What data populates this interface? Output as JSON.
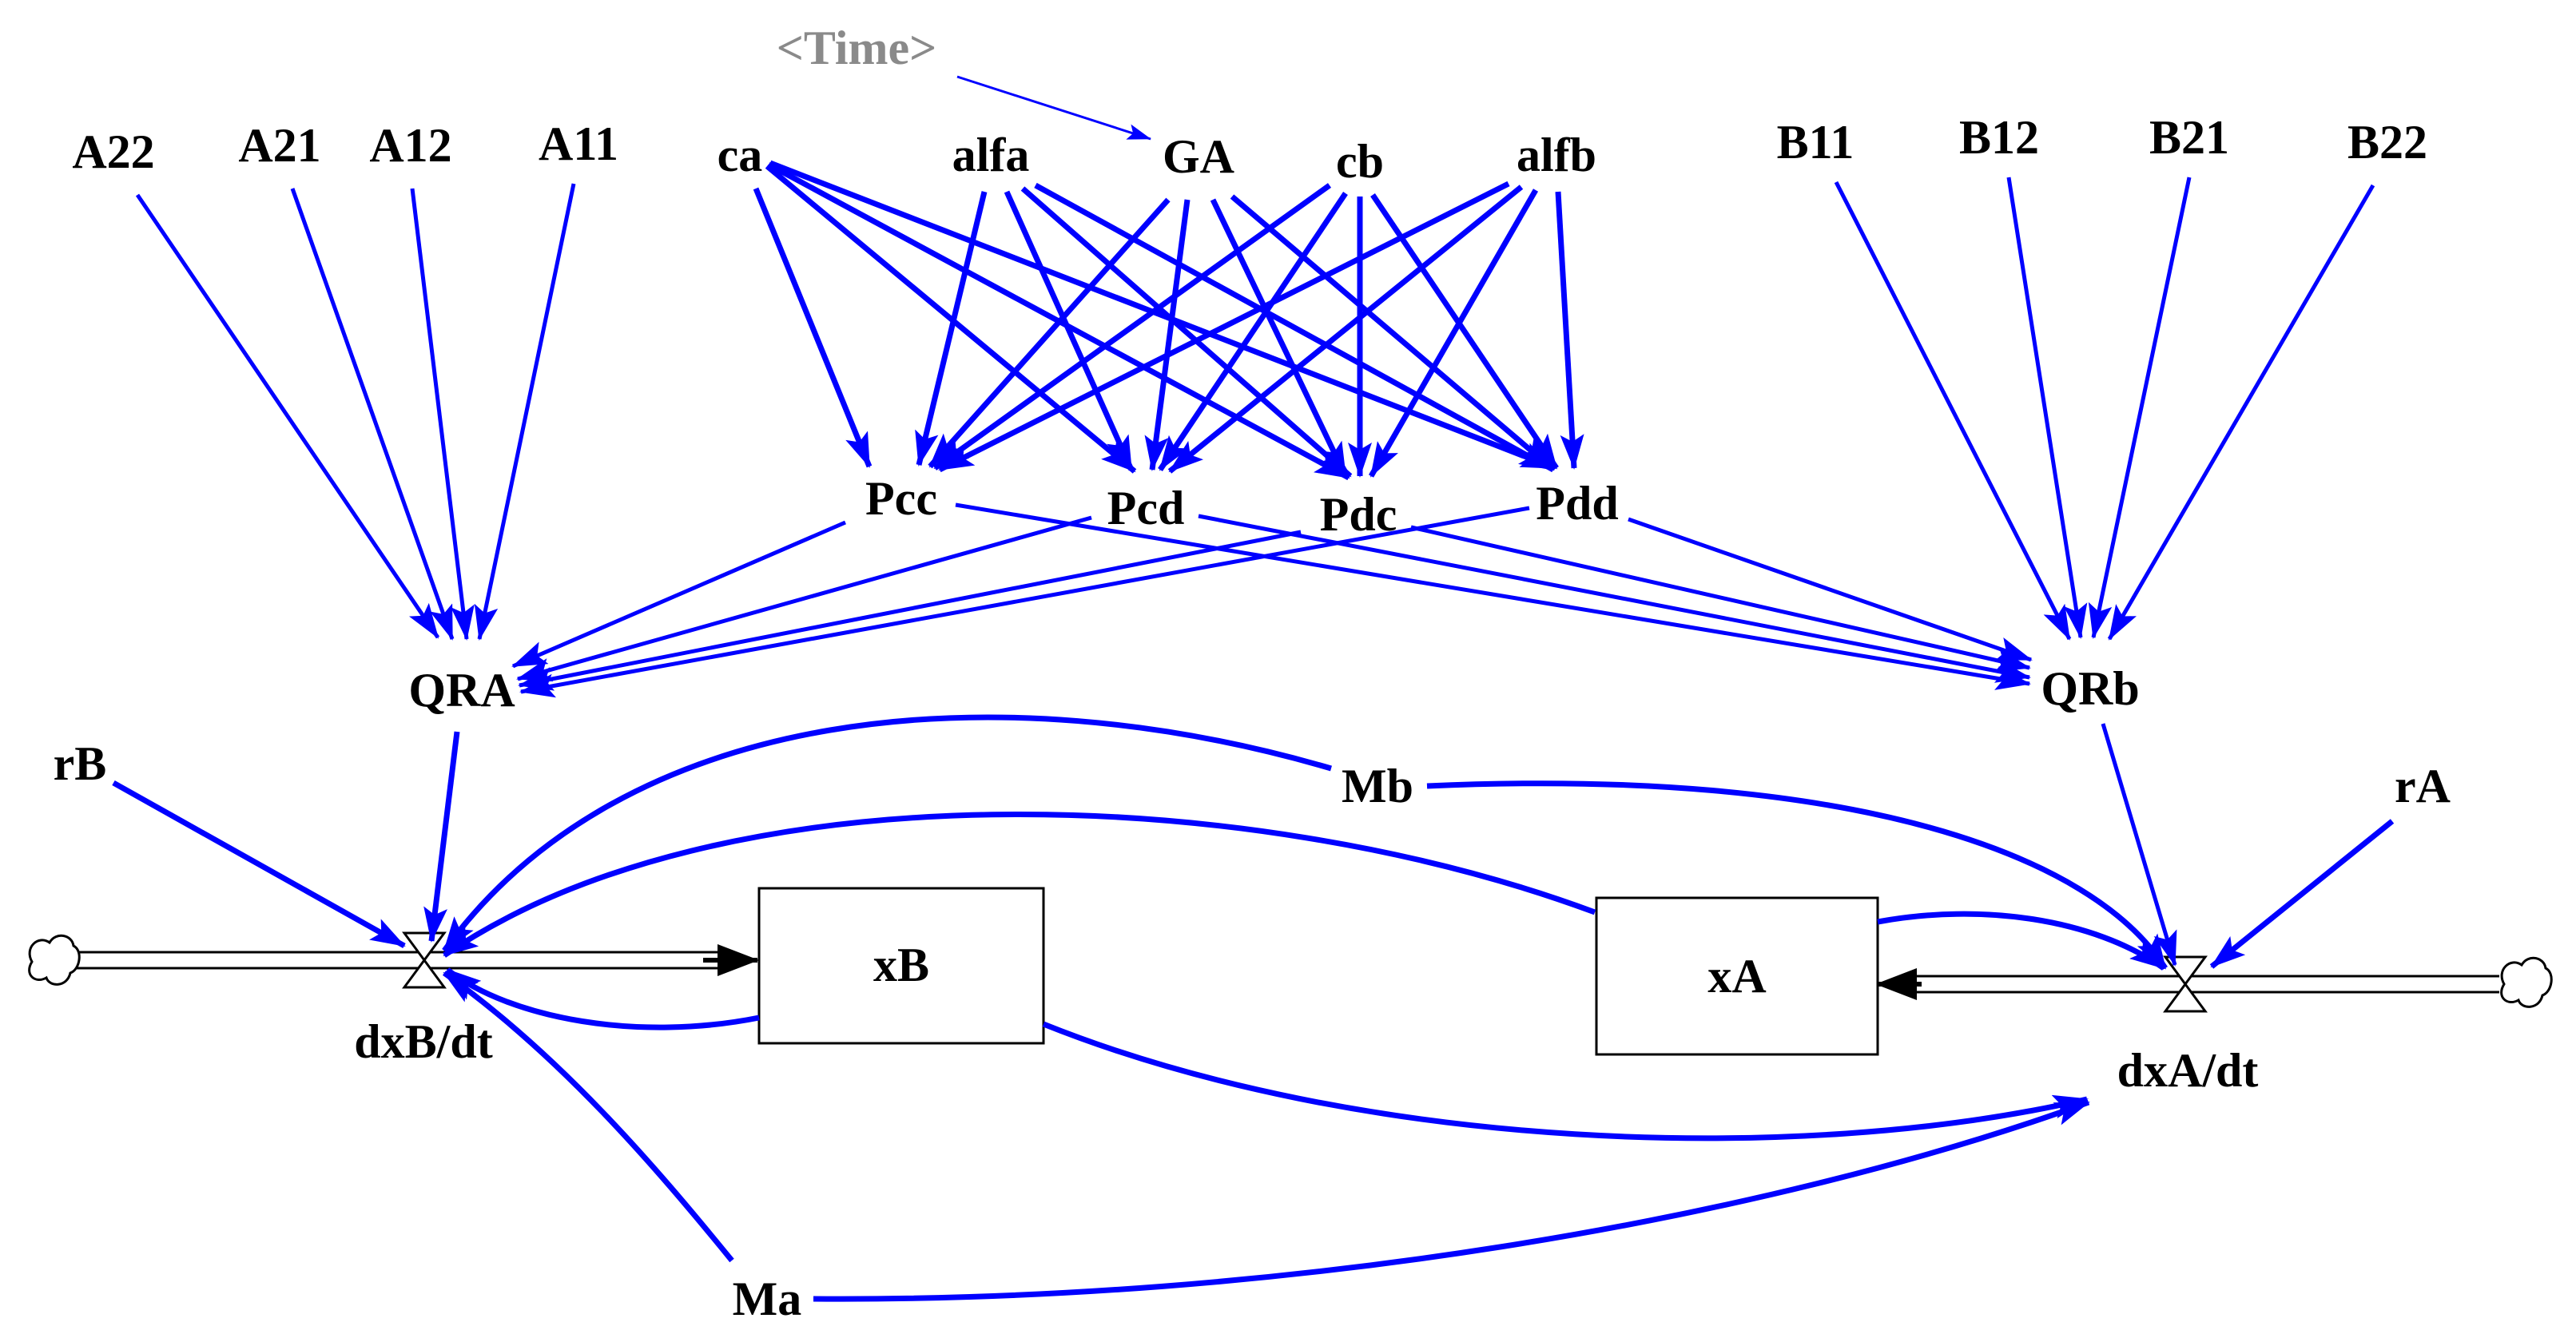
{
  "variables": {
    "time": "<Time>",
    "a22": "A22",
    "a21": "A21",
    "a12": "A12",
    "a11": "A11",
    "ca": "ca",
    "alfa": "alfa",
    "ga": "GA",
    "cb": "cb",
    "alfb": "alfb",
    "b11": "B11",
    "b12": "B12",
    "b21": "B21",
    "b22": "B22",
    "pcc": "Pcc",
    "pcd": "Pcd",
    "pdc": "Pdc",
    "pdd": "Pdd",
    "qra": "QRA",
    "qrb": "QRb",
    "rb": "rB",
    "ra": "rA",
    "mb": "Mb",
    "ma": "Ma",
    "xb": "xB",
    "xa": "xA",
    "dxb_dt": "dxB/dt",
    "dxa_dt": "dxA/dt"
  },
  "colors": {
    "link": "#0000ff",
    "shadow_variable": "#8a8a8a",
    "text": "#000000"
  },
  "icons": {
    "source_cloud": "cloud-icon",
    "sink_cloud": "cloud-icon",
    "flow_valve": "hourglass-valve-icon"
  }
}
